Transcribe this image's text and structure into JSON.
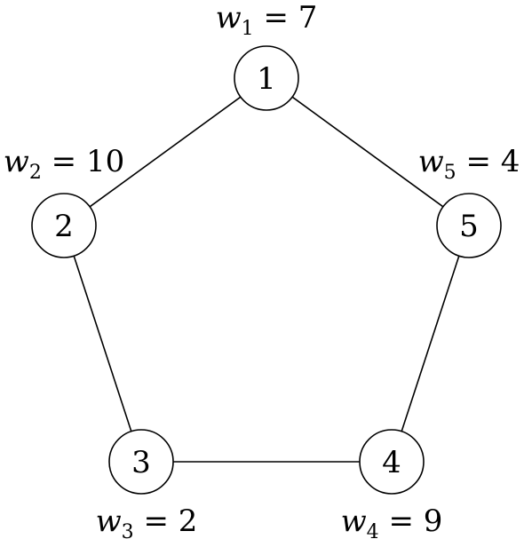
{
  "graph": {
    "nodes": [
      {
        "id": "1",
        "label": "1",
        "weight_var": "w",
        "weight_sub": "1",
        "weight_value": "7"
      },
      {
        "id": "2",
        "label": "2",
        "weight_var": "w",
        "weight_sub": "2",
        "weight_value": "10"
      },
      {
        "id": "3",
        "label": "3",
        "weight_var": "w",
        "weight_sub": "3",
        "weight_value": "2"
      },
      {
        "id": "4",
        "label": "4",
        "weight_var": "w",
        "weight_sub": "4",
        "weight_value": "9"
      },
      {
        "id": "5",
        "label": "5",
        "weight_var": "w",
        "weight_sub": "5",
        "weight_value": "4"
      }
    ],
    "edges": [
      {
        "from": "1",
        "to": "2"
      },
      {
        "from": "2",
        "to": "3"
      },
      {
        "from": "3",
        "to": "4"
      },
      {
        "from": "4",
        "to": "5"
      },
      {
        "from": "5",
        "to": "1"
      }
    ],
    "equals_sign": "="
  }
}
